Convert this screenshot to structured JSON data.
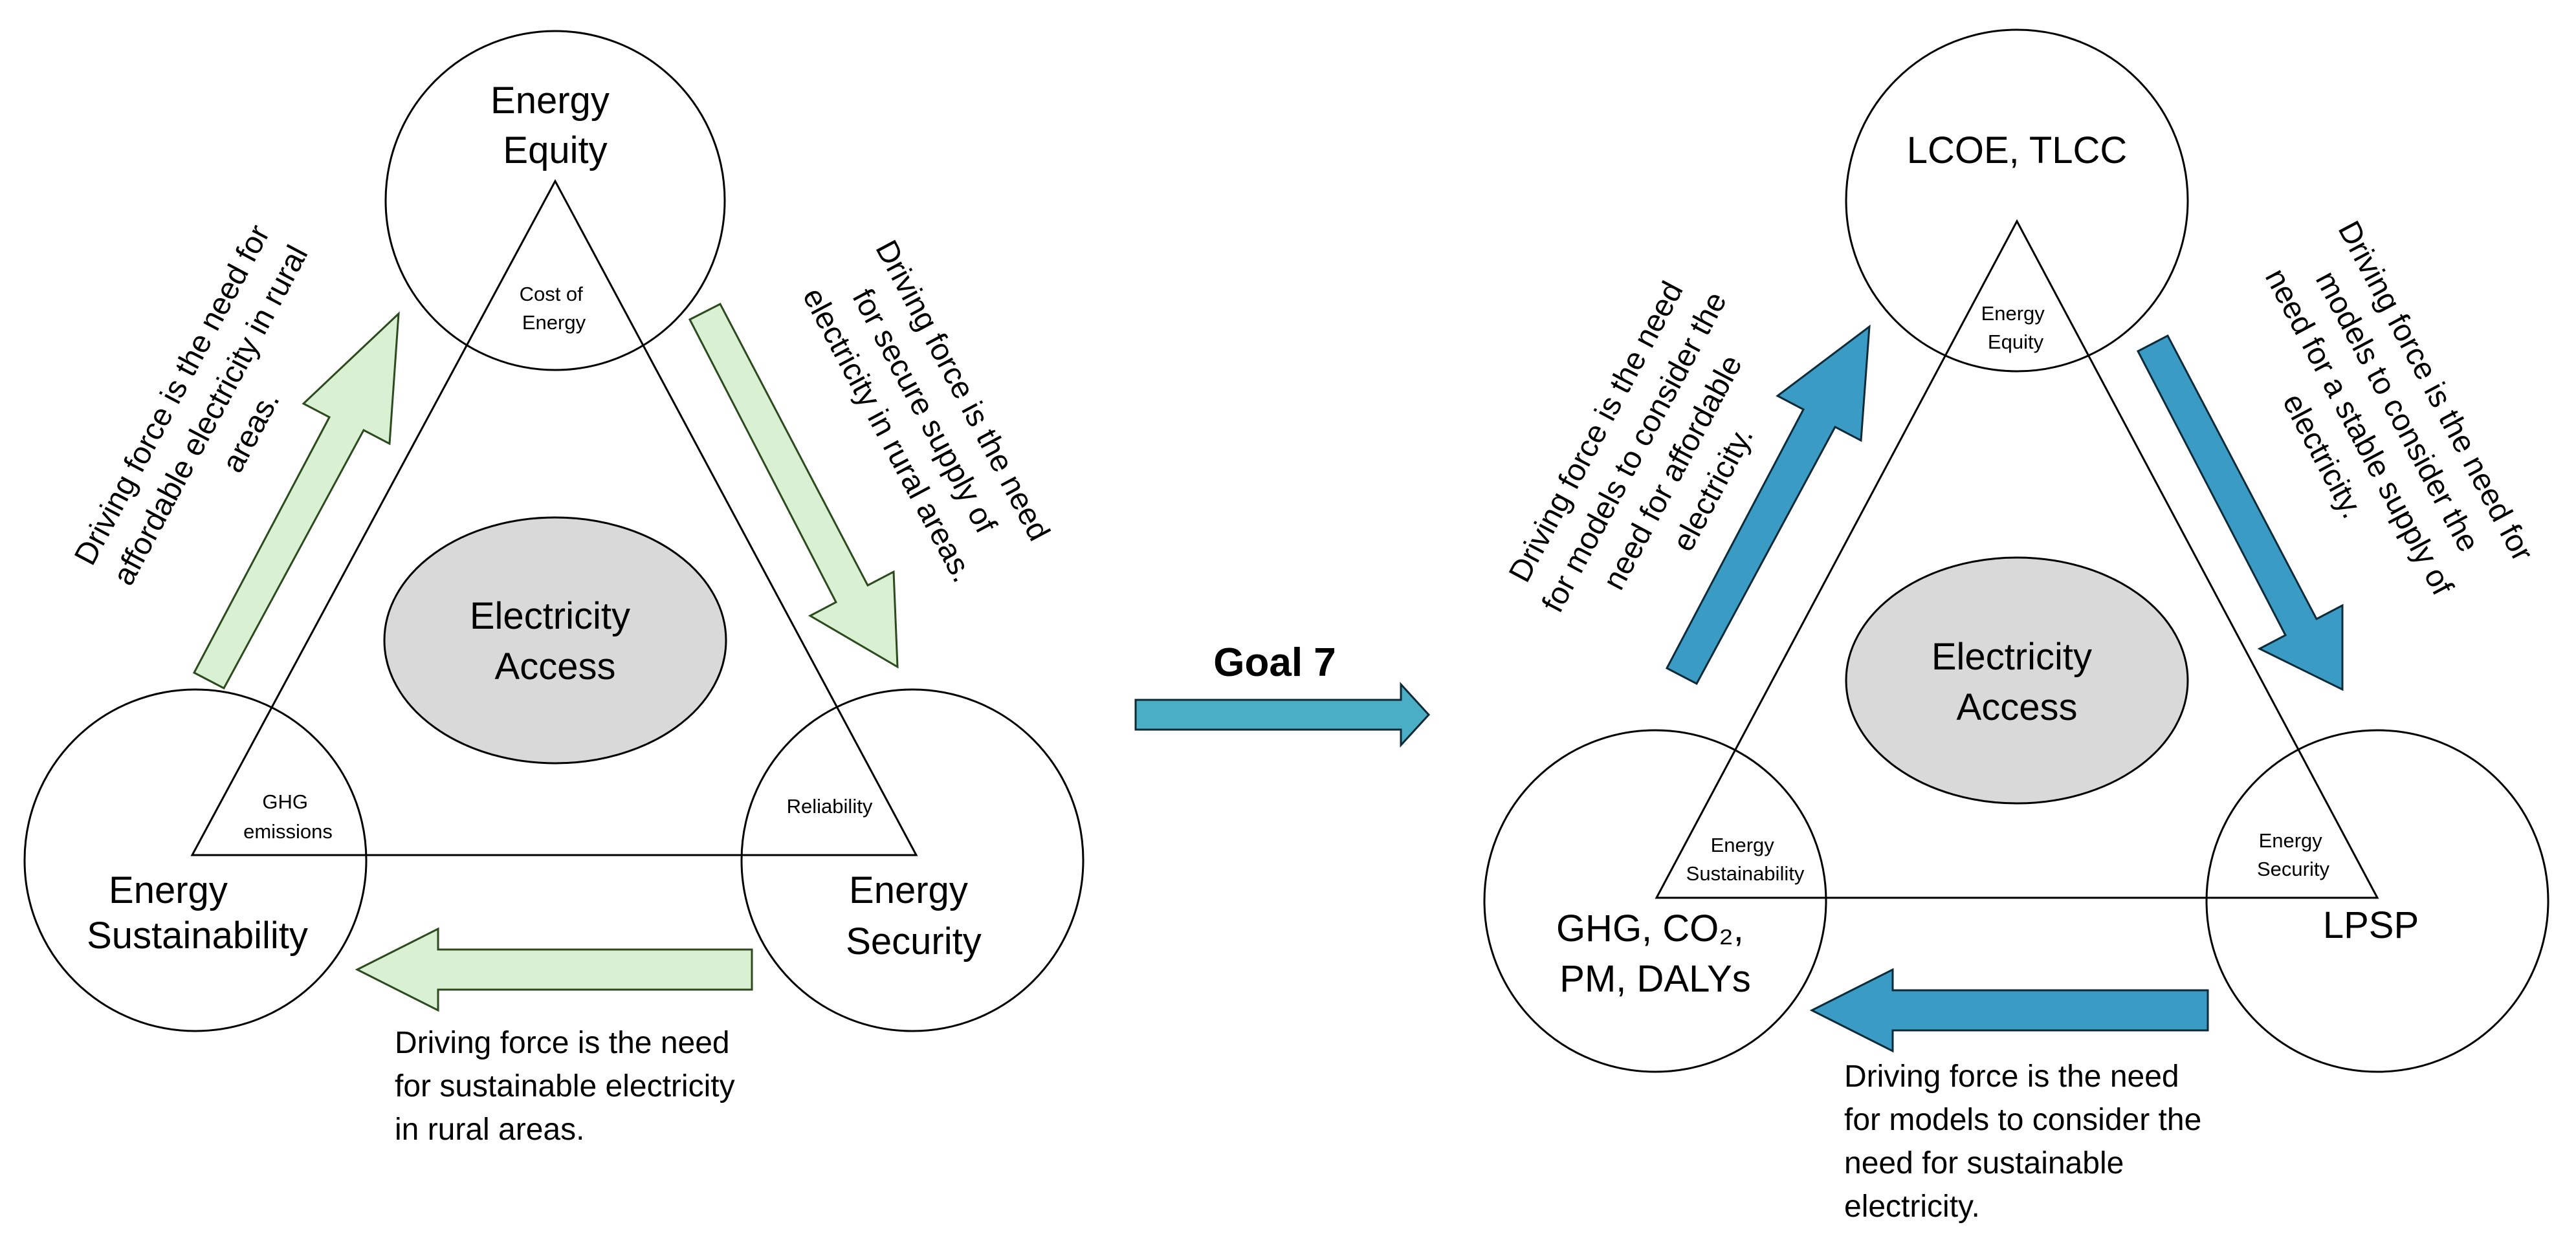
{
  "colors": {
    "left_arrow_fill": "#d9f0d3",
    "left_arrow_stroke": "#2b4a1e",
    "right_arrow_fill": "#3a9cc4",
    "right_arrow_stroke": "#0d2a38",
    "goal_arrow_fill": "#4aaec4",
    "center_ellipse_fill": "#d9d9d9",
    "line": "#000000"
  },
  "left": {
    "top_circle": [
      "Energy",
      "Equity"
    ],
    "left_circle": [
      "Energy",
      "Sustainability"
    ],
    "right_circle": [
      "Energy",
      "Security"
    ],
    "center": [
      "Electricity",
      "Access"
    ],
    "apex_top": [
      "Cost of",
      "Energy"
    ],
    "apex_left": [
      "GHG",
      "emissions"
    ],
    "apex_right": [
      "Reliability"
    ],
    "side_left": [
      "Driving force is the need for",
      "affordable electricity in rural",
      "areas."
    ],
    "side_right": [
      "Driving force is the need",
      "for secure supply of",
      "electricity in rural areas."
    ],
    "bottom": [
      "Driving force is the need",
      "for sustainable electricity",
      "in rural areas."
    ]
  },
  "goal": {
    "label": "Goal 7"
  },
  "right": {
    "top_circle": [
      "LCOE, TLCC"
    ],
    "left_circle": [
      "GHG, CO₂,",
      "PM, DALYs"
    ],
    "right_circle": [
      "LPSP"
    ],
    "center": [
      "Electricity",
      "Access"
    ],
    "apex_top": [
      "Energy",
      "Equity"
    ],
    "apex_left": [
      "Energy",
      "Sustainability"
    ],
    "apex_right": [
      "Energy",
      "Security"
    ],
    "side_left": [
      "Driving force is the need",
      "for models to consider the",
      "need for affordable",
      "electricity."
    ],
    "side_right": [
      "Driving force is the need for",
      "models to consider the",
      "need for a stable supply of",
      "electricity."
    ],
    "bottom": [
      "Driving force is the need",
      "for models to consider the",
      "need for sustainable",
      "electricity."
    ]
  }
}
